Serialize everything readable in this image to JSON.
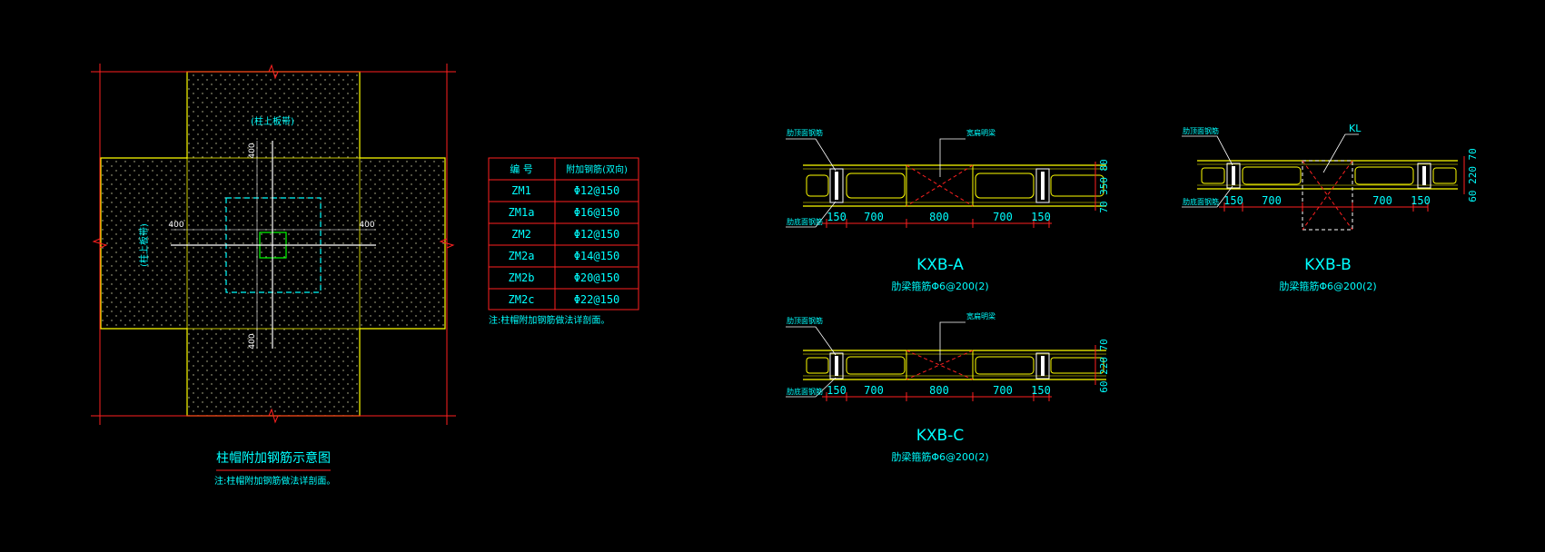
{
  "plan": {
    "top_label": "(柱上板带)",
    "left_label": "(柱上板带)",
    "dim_top": "400",
    "dim_bottom": "400",
    "dim_left": "400",
    "dim_right": "400",
    "title": "柱帽附加钢筋示意图",
    "note": "注:柱帽附加钢筋做法详剖面。"
  },
  "table": {
    "headers": [
      "编 号",
      "附加钢筋(双向)"
    ],
    "rows": [
      [
        "ZM1",
        "Φ12@150"
      ],
      [
        "ZM1a",
        "Φ16@150"
      ],
      [
        "ZM2",
        "Φ12@150"
      ],
      [
        "ZM2a",
        "Φ14@150"
      ],
      [
        "ZM2b",
        "Φ20@150"
      ],
      [
        "ZM2c",
        "Φ22@150"
      ]
    ],
    "note": "注:柱帽附加钢筋做法详剖面。"
  },
  "sections": {
    "a": {
      "title": "KXB-A",
      "subtitle": "肋梁箍筋Φ6@200(2)",
      "top_tag": "肋顶面钢筋",
      "bottom_tag": "肋底面钢筋",
      "mid_tag": "宽扁明梁",
      "dims": [
        "150",
        "700",
        "800",
        "700",
        "150"
      ],
      "vdims": "70 350 80"
    },
    "b": {
      "title": "KXB-B",
      "subtitle": "肋梁箍筋Φ6@200(2)",
      "top_tag": "肋顶面钢筋",
      "bottom_tag": "肋底面钢筋",
      "mid_tag": "KL",
      "dims": [
        "150",
        "700",
        "700",
        "150"
      ],
      "vdims": "60 220 70"
    },
    "c": {
      "title": "KXB-C",
      "subtitle": "肋梁箍筋Φ6@200(2)",
      "top_tag": "肋顶面钢筋",
      "bottom_tag": "肋底面钢筋",
      "mid_tag": "宽扁明梁",
      "dims": [
        "150",
        "700",
        "800",
        "700",
        "150"
      ],
      "vdims": "60 220 70"
    }
  }
}
